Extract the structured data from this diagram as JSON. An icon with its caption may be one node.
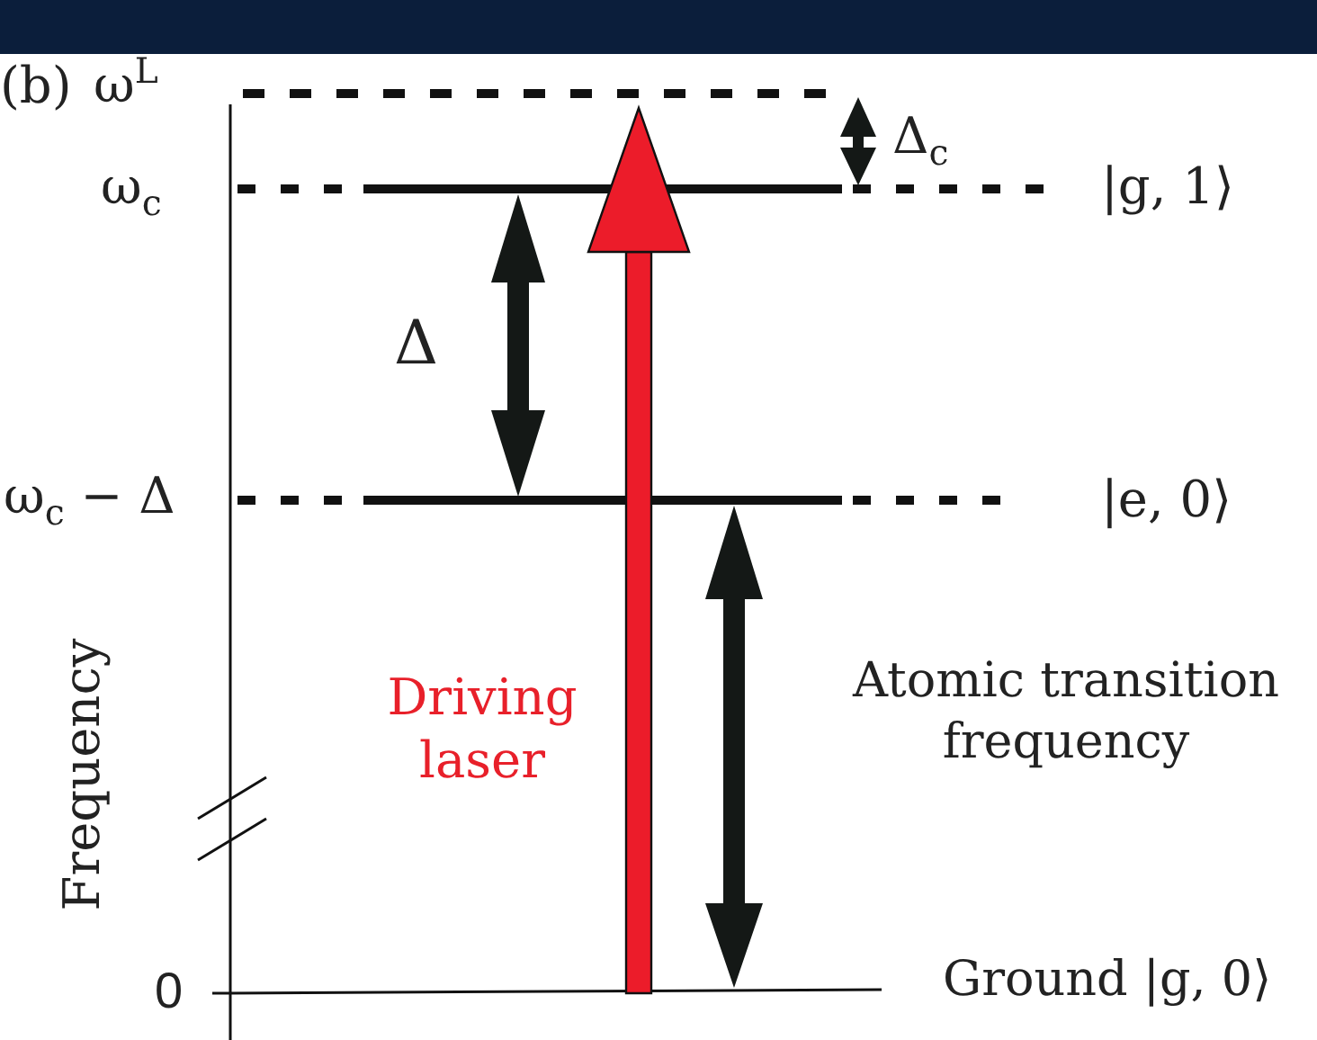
{
  "diagram": {
    "labels": [
      "(b)",
      "ω$^{L}$",
      "Δ$_{c}$",
      "ω$_{c}$",
      "|g, 1⟩",
      "Δ",
      "ω$_{c}$ − Δ",
      "|e, 0⟩",
      "Driving laser",
      "Atomic transition frequency",
      "Frequency",
      "0",
      "Ground |g, 0⟩"
    ]
  }
}
